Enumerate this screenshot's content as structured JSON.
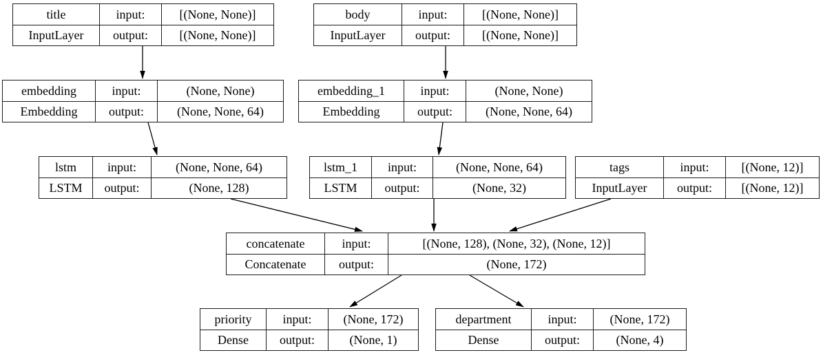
{
  "diagram": {
    "kind": "keras-model-graph",
    "background": "#ffffff",
    "line_color": "#000000"
  },
  "nodes": {
    "title": {
      "name": "title",
      "type": "InputLayer",
      "input_label": "input:",
      "output_label": "output:",
      "input": "[(None, None)]",
      "output": "[(None, None)]"
    },
    "body": {
      "name": "body",
      "type": "InputLayer",
      "input_label": "input:",
      "output_label": "output:",
      "input": "[(None, None)]",
      "output": "[(None, None)]"
    },
    "embedding": {
      "name": "embedding",
      "type": "Embedding",
      "input_label": "input:",
      "output_label": "output:",
      "input": "(None, None)",
      "output": "(None, None, 64)"
    },
    "embedding_1": {
      "name": "embedding_1",
      "type": "Embedding",
      "input_label": "input:",
      "output_label": "output:",
      "input": "(None, None)",
      "output": "(None, None, 64)"
    },
    "lstm": {
      "name": "lstm",
      "type": "LSTM",
      "input_label": "input:",
      "output_label": "output:",
      "input": "(None, None, 64)",
      "output": "(None, 128)"
    },
    "lstm_1": {
      "name": "lstm_1",
      "type": "LSTM",
      "input_label": "input:",
      "output_label": "output:",
      "input": "(None, None, 64)",
      "output": "(None, 32)"
    },
    "tags": {
      "name": "tags",
      "type": "InputLayer",
      "input_label": "input:",
      "output_label": "output:",
      "input": "[(None, 12)]",
      "output": "[(None, 12)]"
    },
    "concatenate": {
      "name": "concatenate",
      "type": "Concatenate",
      "input_label": "input:",
      "output_label": "output:",
      "input": "[(None, 128), (None, 32), (None, 12)]",
      "output": "(None, 172)"
    },
    "priority": {
      "name": "priority",
      "type": "Dense",
      "input_label": "input:",
      "output_label": "output:",
      "input": "(None, 172)",
      "output": "(None, 1)"
    },
    "department": {
      "name": "department",
      "type": "Dense",
      "input_label": "input:",
      "output_label": "output:",
      "input": "(None, 172)",
      "output": "(None, 4)"
    }
  },
  "edges": [
    {
      "from": "title",
      "to": "embedding"
    },
    {
      "from": "body",
      "to": "embedding_1"
    },
    {
      "from": "embedding",
      "to": "lstm"
    },
    {
      "from": "embedding_1",
      "to": "lstm_1"
    },
    {
      "from": "lstm",
      "to": "concatenate"
    },
    {
      "from": "lstm_1",
      "to": "concatenate"
    },
    {
      "from": "tags",
      "to": "concatenate"
    },
    {
      "from": "concatenate",
      "to": "priority"
    },
    {
      "from": "concatenate",
      "to": "department"
    }
  ]
}
